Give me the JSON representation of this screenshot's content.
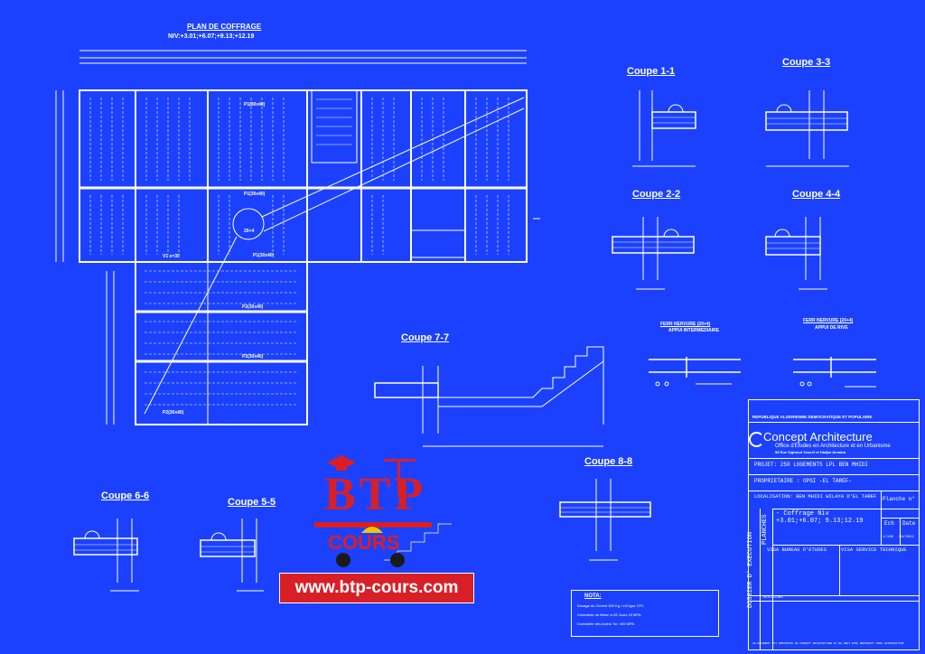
{
  "plan": {
    "title": "PLAN DE COFFRAGE",
    "subtitle": "NIV:+3.01;+6.07;+9.13;+12.19",
    "beams": [
      "P1(30x40)",
      "P1(30x40)",
      "P1(30x40)",
      "P2(30x40)",
      "P2(30x40)",
      "P2(30x40)",
      "V1 e=30"
    ],
    "detail_label": "20+4"
  },
  "sections": {
    "c1": "Coupe 1-1",
    "c2": "Coupe 2-2",
    "c3": "Coupe 3-3",
    "c4": "Coupe 4-4",
    "c5": "Coupe 5-5",
    "c6": "Coupe 6-6",
    "c7": "Coupe 7-7",
    "c8": "Coupe 8-8"
  },
  "fer": {
    "a_title": "FERR NERVURE (20+4)",
    "a_sub": "APPUI INTERMEDIAIRE",
    "b_title": "FERR NERVURE (20+4)",
    "b_sub": "APPUI DE RIVE"
  },
  "cartouche": {
    "republic": "REPUBLIQUE ALGERIENNE DEMOCRATIQUE ET POPULAIRE",
    "brand": "Concept Architecture",
    "office": "Office d'Etudes en Architecture et en Urbanisme",
    "address": "98 Rue Zighoud Youcef et Hadjar Annaba",
    "projet": "PROJET: 250 LOGEMENTS LPL BEN MHIDI",
    "proprietaire": "PROPRIETAIRE : OPGI -EL TAREF-",
    "localisation": "LOCALISATION: BEN MHIDI WILAYA D'EL TAREF",
    "dossier": "DOSSIER D' EXECUTION",
    "planches": "PLANCHES",
    "planche_n": "Planche n°",
    "designation": "- Coffrage Niv +3.01;+6.07; 9.13;12.19",
    "ech": "Ech",
    "date": "Date",
    "ech_val": "1/100",
    "date_val": "08/2012",
    "visa_be": "VISA BUREAU D'ETUDES",
    "visa_st": "VISA SERVICE TECHNIQUE",
    "revisions": "REVISIONS",
    "footer": "CE DOCUMENT EST PROPRIETE DE CONCEPT ARCHITECTURE ET NE PEUT ETRE REPRODUIT SANS AUTORISATION"
  },
  "nota": {
    "label": "NOTA:",
    "lines": [
      "Dosage du Ciment 350 Kg / m3 type CPJ.",
      "Contrainte du Beton à 28 Jours 25 MPA.",
      "Contrainte des Aciers Tor: 400 MPA."
    ]
  },
  "logo": {
    "letters": "BTP",
    "word": "COURS",
    "url": "www.btp-cours.com"
  }
}
